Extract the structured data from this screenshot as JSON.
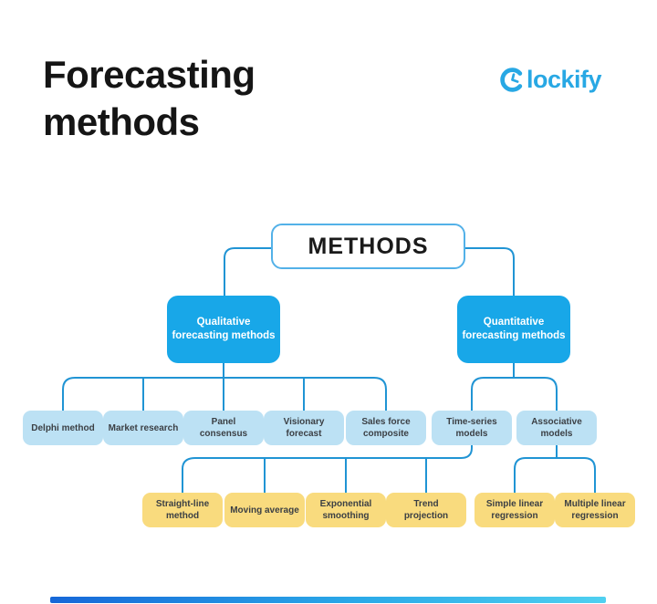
{
  "title": {
    "line1": "Forecasting",
    "line2": "methods"
  },
  "logo": {
    "brand": "Clockify",
    "text_after_icon": "lockify"
  },
  "diagram": {
    "root_label": "METHODS",
    "level2": [
      "Qualitative forecasting methods",
      "Quantitative forecasting methods"
    ],
    "qualitative_methods": [
      "Delphi method",
      "Market research",
      "Panel consensus",
      "Visionary forecast",
      "Sales force composite"
    ],
    "quantitative_models": [
      "Time-series models",
      "Associative models"
    ],
    "time_series_models": [
      "Straight-line method",
      "Moving average",
      "Exponential smoothing",
      "Trend projection"
    ],
    "associative_models": [
      "Simple linear regression",
      "Multiple linear regression"
    ]
  },
  "colors": {
    "node_blue": "#18A7E8",
    "node_light_blue": "#BCE1F4",
    "node_yellow": "#F9DB7E",
    "connector": "#2094D4",
    "methods_border": "#53B1E8",
    "logo_blue": "#28A8E4",
    "title_text": "#151515",
    "node_dark_text": "#3B3F44",
    "footer_gradient_left": "#1667D8",
    "footer_gradient_right": "#4FD0F0"
  }
}
